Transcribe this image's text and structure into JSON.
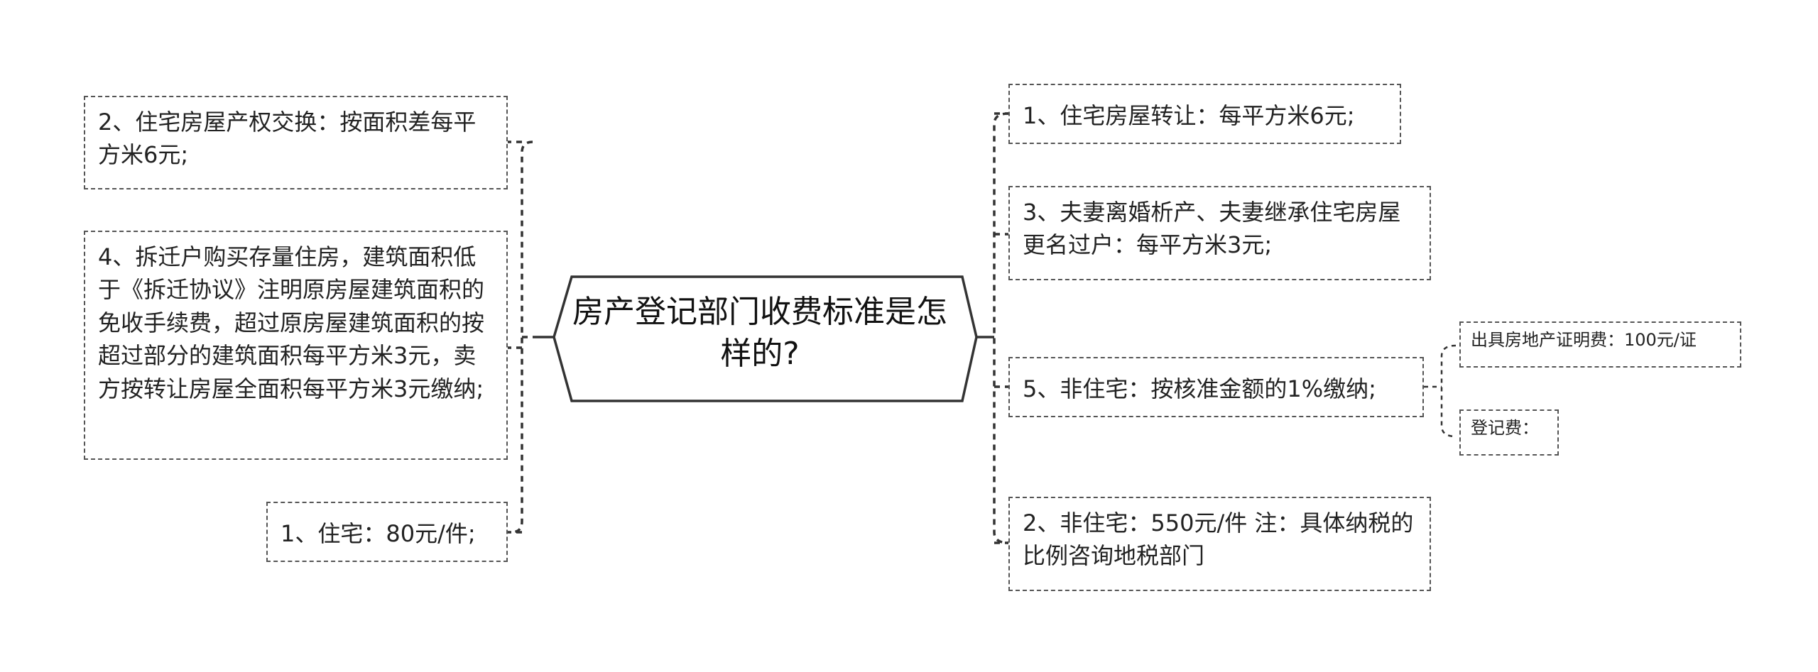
{
  "central": {
    "title": "房产登记部门收费标准是怎样的?"
  },
  "left_branches": [
    {
      "text": "2、住宅房屋产权交换：按面积差每平方米6元;"
    },
    {
      "text": "4、拆迁户购买存量住房，建筑面积低于《拆迁协议》注明原房屋建筑面积的免收手续费，超过原房屋建筑面积的按超过部分的建筑面积每平方米3元，卖方按转让房屋全面积每平方米3元缴纳;"
    },
    {
      "text": "1、住宅：80元/件;"
    }
  ],
  "right_branches": [
    {
      "text": "1、住宅房屋转让：每平方米6元;"
    },
    {
      "text": "3、夫妻离婚析产、夫妻继承住宅房屋更名过户：每平方米3元;"
    },
    {
      "text": "5、非住宅：按核准金额的1%缴纳;"
    },
    {
      "text": "2、非住宅：550元/件 注：具体纳税的比例咨询地税部门"
    }
  ],
  "sub_branches": [
    {
      "text": "出具房地产证明费：100元/证"
    },
    {
      "text": "登记费："
    }
  ],
  "colors": {
    "border": "#555555",
    "central_border": "#333333",
    "text": "#222222"
  }
}
